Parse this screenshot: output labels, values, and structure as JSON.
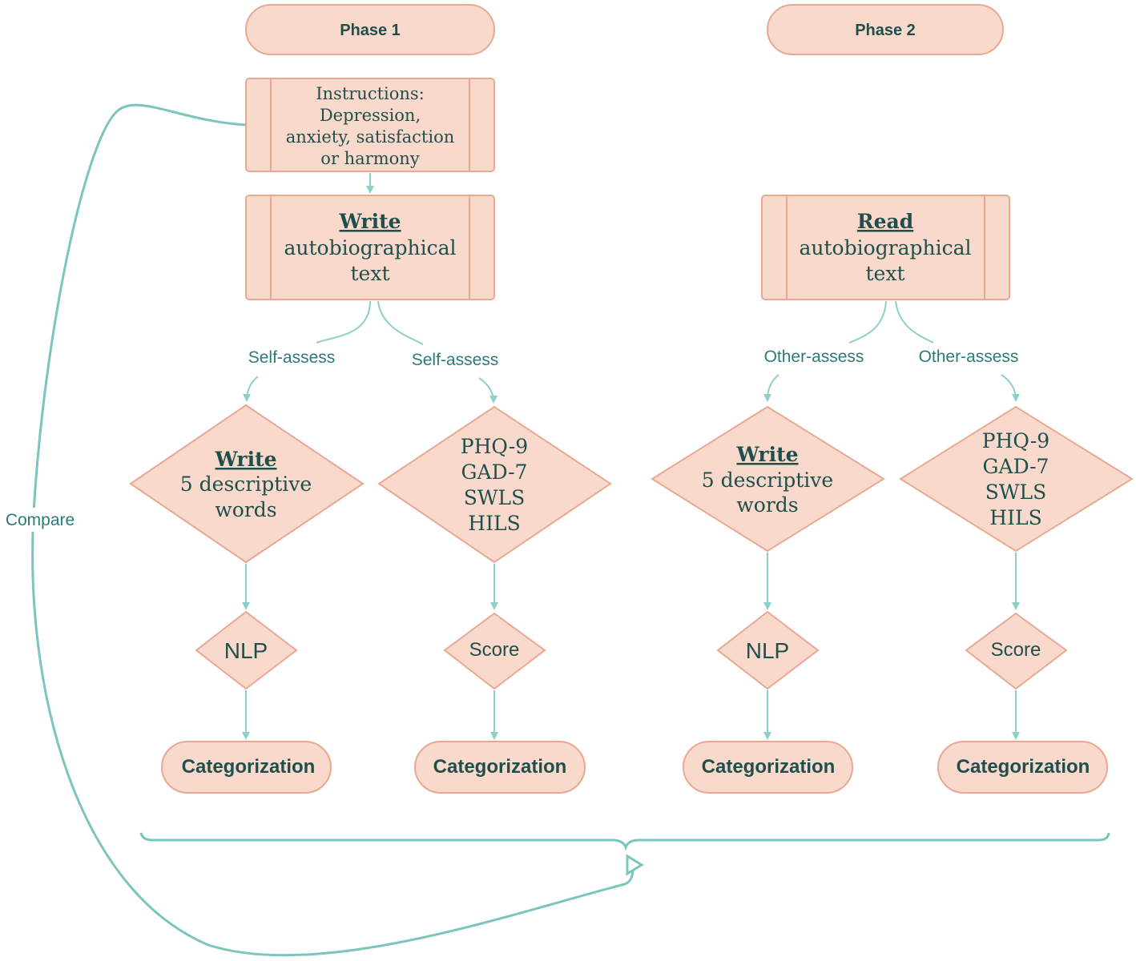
{
  "phases": {
    "phase1": "Phase 1",
    "phase2": "Phase 2"
  },
  "instructions": {
    "line1": "Instructions:",
    "line2": "Depression,",
    "line3": "anxiety, satisfaction",
    "line4": "or harmony"
  },
  "write_text": {
    "title": "Write",
    "line1": "autobiographical",
    "line2": "text"
  },
  "read_text": {
    "title": "Read",
    "line1": "autobiographical",
    "line2": "text"
  },
  "edges": {
    "self_assess": "Self-assess",
    "other_assess": "Other-assess",
    "compare": "Compare"
  },
  "words_decision": {
    "title": "Write",
    "line1": "5 descriptive",
    "line2": "words"
  },
  "scales": [
    "PHQ-9",
    "GAD-7",
    "SWLS",
    "HILS"
  ],
  "nlp": "NLP",
  "score": "Score",
  "categorization": "Categorization",
  "colors": {
    "fill": "#f9d9cb",
    "stroke": "#e8a892",
    "connector": "#8ecfc7",
    "text": "#1f4f4c"
  }
}
